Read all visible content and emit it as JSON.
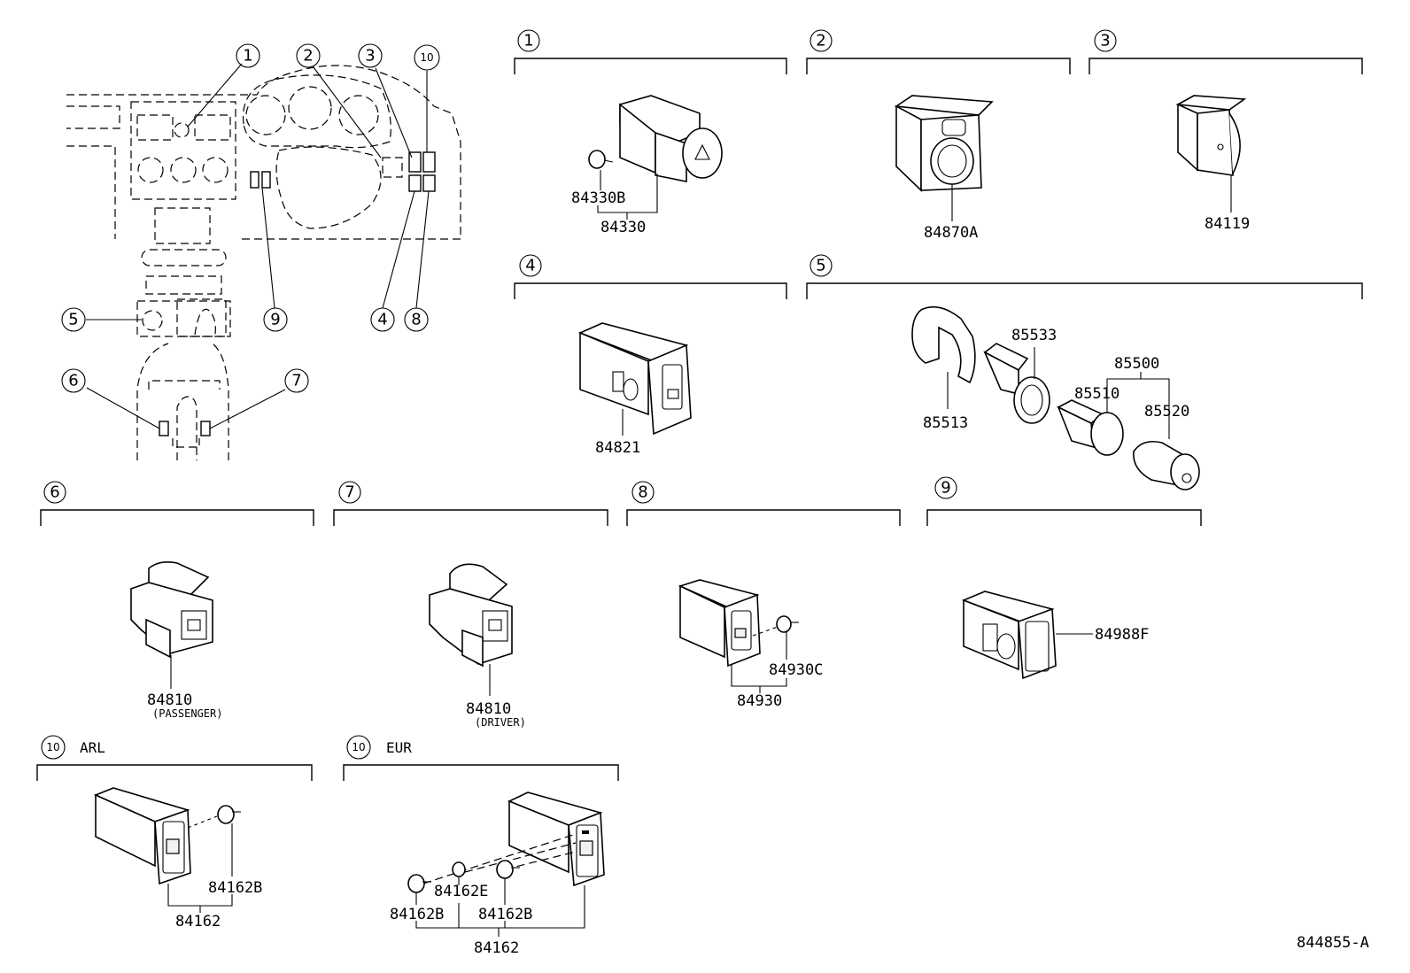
{
  "callouts": [
    "1",
    "2",
    "3",
    "4",
    "5",
    "6",
    "7",
    "8",
    "9",
    "10"
  ],
  "sections": {
    "s1": {
      "num": "1",
      "parts": {
        "a": "84330B",
        "b": "84330"
      }
    },
    "s2": {
      "num": "2",
      "parts": {
        "a": "84870A"
      }
    },
    "s3": {
      "num": "3",
      "parts": {
        "a": "84119"
      }
    },
    "s4": {
      "num": "4",
      "parts": {
        "a": "84821"
      }
    },
    "s5": {
      "num": "5",
      "parts": {
        "a": "85533",
        "b": "85500",
        "c": "85510",
        "d": "85520",
        "e": "85513"
      }
    },
    "s6": {
      "num": "6",
      "parts": {
        "a": "84810",
        "note": "(PASSENGER)"
      }
    },
    "s7": {
      "num": "7",
      "parts": {
        "a": "84810",
        "note": "(DRIVER)"
      }
    },
    "s8": {
      "num": "8",
      "parts": {
        "a": "84930C",
        "b": "84930"
      }
    },
    "s9": {
      "num": "9",
      "parts": {
        "a": "84988F"
      }
    },
    "s10a": {
      "num": "10",
      "region": "ARL",
      "parts": {
        "a": "84162B",
        "b": "84162"
      }
    },
    "s10b": {
      "num": "10",
      "region": "EUR",
      "parts": {
        "a": "84162E",
        "b": "84162B",
        "c": "84162B",
        "d": "84162"
      }
    }
  },
  "figure_code": "844855-A"
}
